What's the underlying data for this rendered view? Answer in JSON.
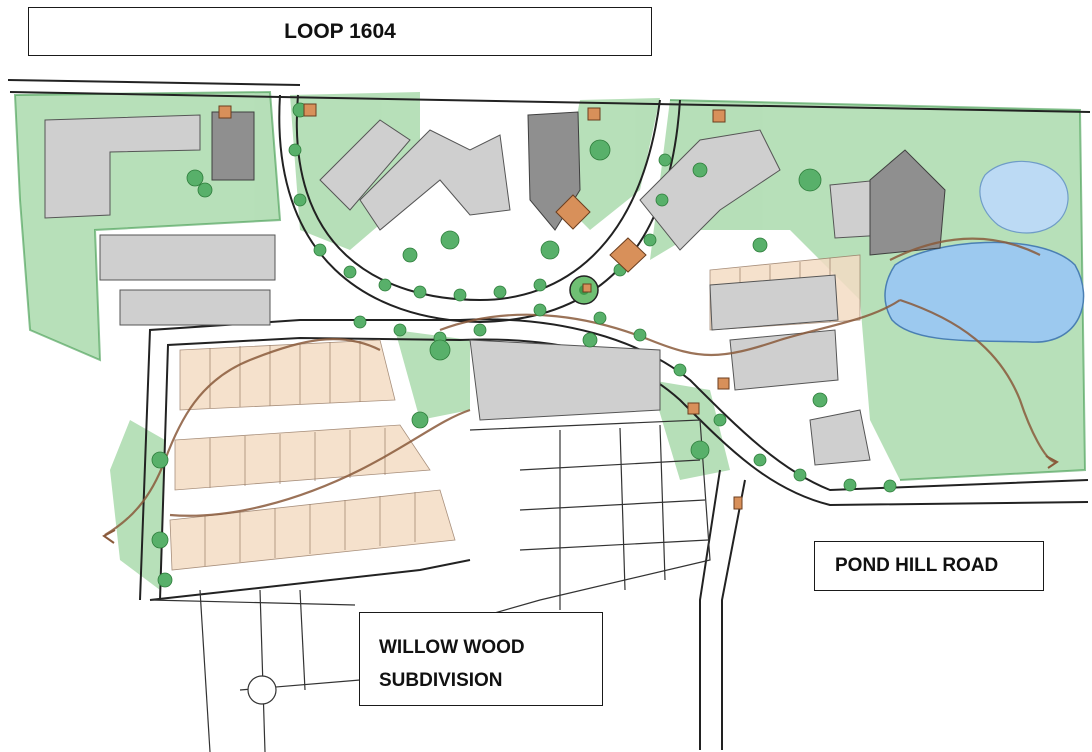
{
  "labels": {
    "loop_1604": "LOOP 1604",
    "pond_hill_road": "POND HILL ROAD",
    "willow_wood_line1": "WILLOW WOOD",
    "willow_wood_line2": "SUBDIVISION"
  },
  "colors": {
    "vegetation": "#6fbf73",
    "vegetation_dark": "#3f9a4c",
    "tree": "#58b06a",
    "water": "#9cc9ef",
    "building_gray": "#c9c9c9",
    "building_dark": "#8f8f8f",
    "lot_beige": "#f4dcc4",
    "trail": "#8a5a3b",
    "road_line": "#222222",
    "gazebo": "#d8905a"
  },
  "icons": [
    "gazebo-icon",
    "tree-icon",
    "pond-icon",
    "roundabout-icon",
    "trail-arrow-icon"
  ]
}
